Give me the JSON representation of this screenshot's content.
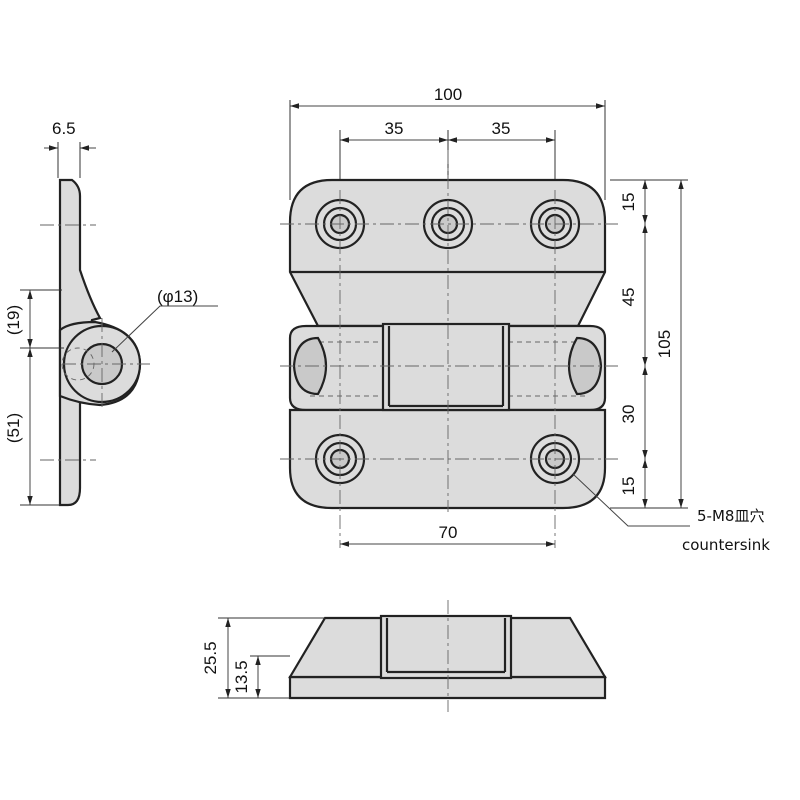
{
  "dimensions": {
    "overall_width": "100",
    "hole_pitch_left": "35",
    "hole_pitch_right": "35",
    "bottom_hole_pitch": "70",
    "top_edge_to_hole": "15",
    "upper_span": "45",
    "lower_span": "30",
    "bottom_edge_to_hole": "15",
    "overall_height": "105",
    "thickness": "6.5",
    "knuckle_diameter": "(φ13)",
    "side_upper": "(19)",
    "side_lower": "(51)",
    "total_height": "25.5",
    "plate_height": "13.5"
  },
  "callout": {
    "line1": "5-M8皿穴",
    "line2": "countersink"
  }
}
